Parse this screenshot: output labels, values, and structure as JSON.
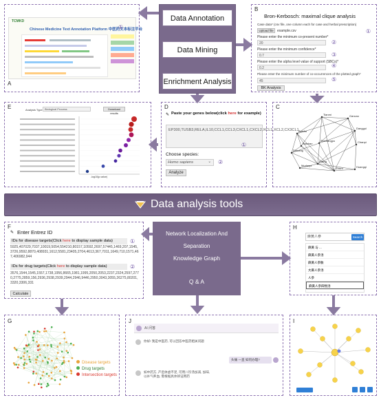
{
  "panels": {
    "A": "A",
    "B": "B",
    "C": "C",
    "D": "D",
    "E": "E",
    "F": "F",
    "G": "G",
    "H": "H",
    "I": "I",
    "J": "J"
  },
  "menu_top": [
    "Data Annotation",
    "Data Mining",
    "Enrichment Analysis"
  ],
  "menu_mid": [
    "Network Localization And Separation",
    "Knowledge Graph",
    "Q & A"
  ],
  "banner": "Data analysis tools",
  "panelA": {
    "logo": "TCMKD",
    "title": "Chinese Medicine Text Annotation Platform 中医药文本标注平台"
  },
  "panelB": {
    "title": "Bron-Kerbosch: maximal clique analysis",
    "case_label": "Case data* (csv file, one column each for case and herbal prescription)",
    "upload": "Upload file",
    "file": "example.csv",
    "support_label": "Please enter the minimum co-present number*",
    "support_val": "20",
    "conf_label": "Please enter the minimum confidence*",
    "conf_val": "0.7",
    "alpha_label": "Please enter the alpha level value of support (SBCs)*",
    "alpha_val": "0.2",
    "cooc_label": "Please enter the minimum number of co-occurrences of the plotted graph*",
    "cooc_val": "45",
    "btn": "BK Analysis"
  },
  "panelC": {
    "nodes": [
      "Tianmi",
      "Gancao",
      "Danggui",
      "Chanpi",
      "Baizhu",
      "Baishao",
      "Dihuang",
      "Fuling",
      "Mudanpi",
      "Zhishi",
      "Huangqi",
      "Shichangpu"
    ]
  },
  "panelD": {
    "title_pre": "Paste your genes below(click ",
    "title_link": "here",
    "title_post": " for example)",
    "genes": "EP300,TUSB3,RELA,IL10,CCL1,CCL3,CXCL1,CXCL2,XCL1,XCL2,CX3CL1",
    "species_label": "Choose species:",
    "species": "Homo sapiens",
    "btn": "Analyze"
  },
  "panelE": {
    "filter": "Analysis Type",
    "select": "Biological Process",
    "btn": "Download results",
    "xlabel": "-log10(p-value)"
  },
  "panelF": {
    "title": "Enter Entrez ID",
    "disease_label_pre": "IDs for disease targets(Click ",
    "disease_link": "here",
    "disease_label_post": " to display sample data)",
    "disease_ids": "5925,407029,7037,10019,5054,554210,80157,10592,2697,57445,1469,207,1545,3726,9592,8870,408931,1612,5581,23405,2704,4613,367,7011,1649,710,1571,467,406982,944",
    "drug_label_pre": "IDs for drug targets(Click ",
    "drug_link": "here",
    "drug_label_post": " to display sample data)",
    "drug_ids": "3576,1544,1545,1557,1738,1956,8665,1981,1995,2050,2053,2237,2324,2597,2770,2775,2859,156,2936,2938,2939,2944,2946,9446,2950,3043,3055,26275,80201,3320,3306,331",
    "btn": "Calculate"
  },
  "panelG": {
    "legend": [
      "Disease targets",
      "Drug targets",
      "Intersection targets"
    ],
    "colors": [
      "#e8a33a",
      "#4caf50",
      "#d9372e"
    ]
  },
  "panelH": {
    "input": "麻黄人参",
    "btn": "Search",
    "items": [
      "麻黄 与 ...",
      "麻黄人参汤",
      "麻黄人参散",
      "大麻人参汤",
      "人参",
      "麻黄人参四物汤"
    ]
  },
  "panelJ": {
    "header": "AI 问答",
    "chat1": "你好! 我是中医药, 可以回答中医药相关问题",
    "chat2": "头痛 一直 如何办理?",
    "chat3": "如中药方, 产后体虚不足, 可用八珍汤加减, 加味, 以补气养血, 需根据具体辨证用药"
  },
  "accent": "#7a6a8c",
  "dash": "#8a6fae"
}
